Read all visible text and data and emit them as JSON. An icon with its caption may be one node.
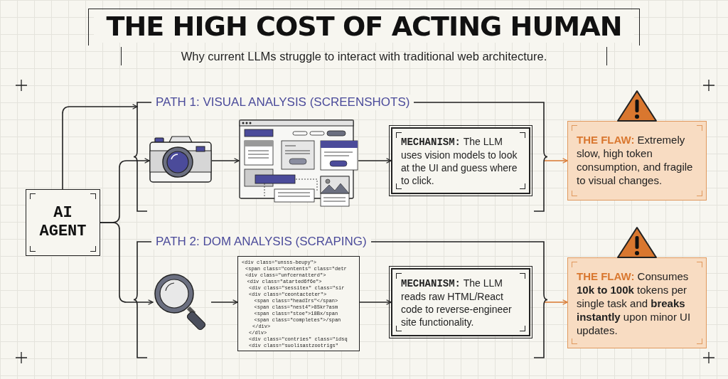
{
  "diagram": {
    "title": "THE HIGH COST OF ACTING HUMAN",
    "caption": "Why current LLMs struggle to interact with traditional web architecture.",
    "nodes": [
      {
        "text": [
          "AI AGENT"
        ]
      },
      {
        "text": [
          "PATH 1: VISUAL ANALYSIS (SCREENSHOTS)"
        ]
      },
      {
        "text": [],
        "shape": "picture",
        "in": 1
      },
      {
        "text": [],
        "shape": "picture",
        "in": 1
      },
      {
        "text": [
          "MECHANISM:",
          "The LLM uses vision models to look at the UI and guess where to click."
        ],
        "in": 1
      },
      {
        "text": [
          "THE FLAW:",
          "Extremely slow, high token consumption, and fragile to visual changes."
        ]
      },
      {
        "text": [
          "PATH 2: DOM ANALYSIS (SCRAPING)"
        ]
      },
      {
        "text": [],
        "shape": "picture",
        "in": 6
      },
      {
        "text": [
          "<div class=\"unsss-beupy\">",
          "<span class=\"contents\" class=\"detr",
          "<div class=\"unfcernatterd\">",
          "<div class=\"atarted6f6e\">",
          "<div class=\"sessitex\" class=\"sir",
          "<div class=\"ceontacteter\">",
          "<span class=\"headIrs\"</span>",
          "<span class=\"nest4\">8Skr?asm",
          "<span class=\"stoe\">18Bx/span",
          "<span class=\"completes\">/span",
          "</div>",
          "</dlv>",
          "<div class=\"contries\" class=\"idsq",
          "<div class=\"suolisastzootrigs\""
        ],
        "in": 6
      },
      {
        "text": [
          "MECHANISM:",
          "The LLM reads raw HTML/React code to reverse-engineer site functionality."
        ],
        "in": 6
      },
      {
        "text": [
          "THE FLAW:",
          "Consumes **10k to 100k** tokens per single task and **breaks instantly** upon minor UI updates."
        ]
      }
    ],
    "edges": [
      {
        "from": 0,
        "to": 1,
        "arrow": "to"
      },
      {
        "from": 0,
        "to": 2,
        "arrow": "to"
      },
      {
        "from": 0,
        "to": 7,
        "arrow": "to"
      },
      {
        "from": 2,
        "to": 3,
        "arrow": "to"
      },
      {
        "from": 3,
        "to": 4,
        "arrow": "to"
      },
      {
        "from": 1,
        "to": 5,
        "arrow": "to",
        "color": "#d9772f"
      },
      {
        "from": 7,
        "to": 8,
        "arrow": "to"
      },
      {
        "from": 8,
        "to": 9,
        "arrow": "to"
      },
      {
        "from": 6,
        "to": 10,
        "arrow": "to",
        "color": "#d9772f"
      }
    ]
  }
}
